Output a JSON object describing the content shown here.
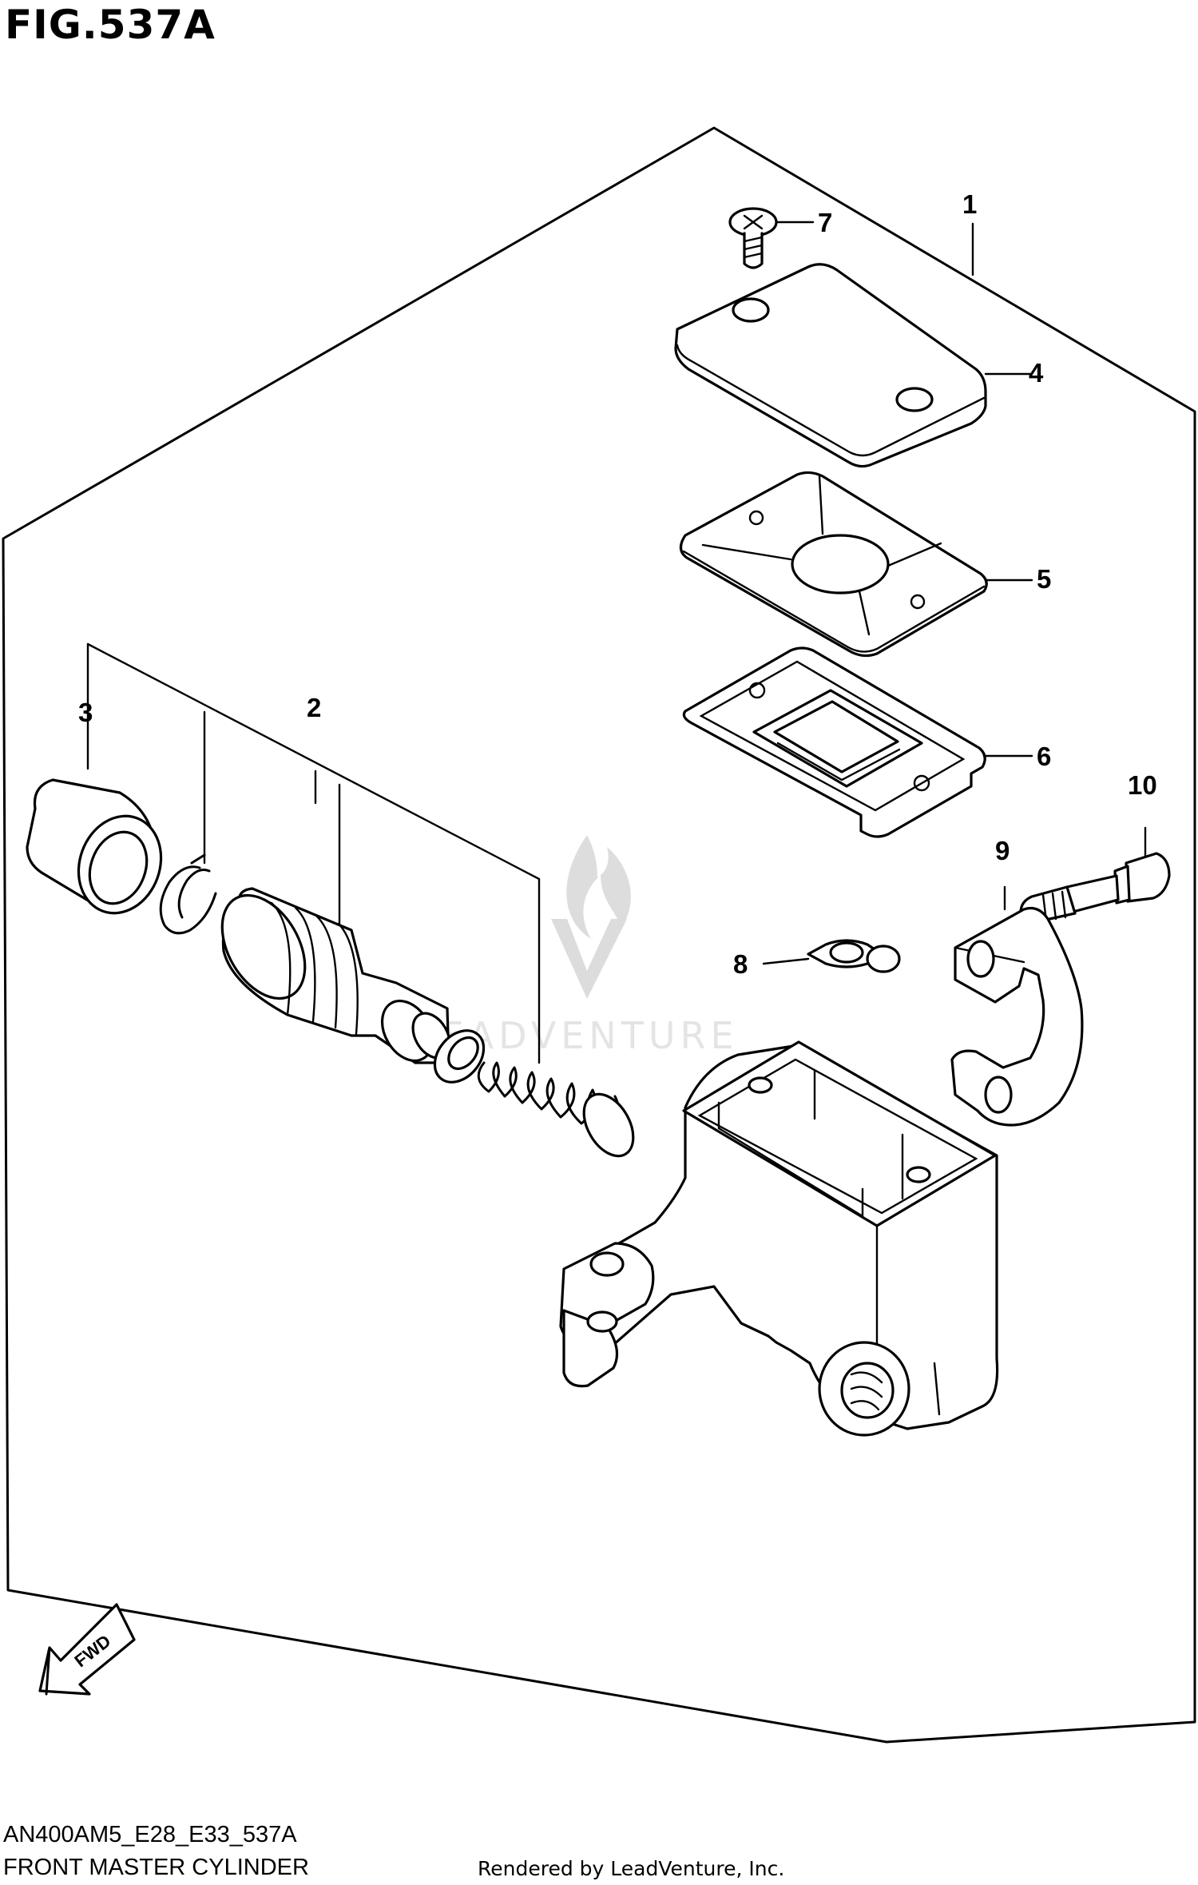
{
  "figure": {
    "title": "FIG.537A",
    "diagram_code": "AN400AM5_E28_E33_537A",
    "name": "FRONT MASTER CYLINDER",
    "credit": "Rendered by LeadVenture, Inc."
  },
  "fwd_label": "FWD",
  "watermark": "LEADVENTURE",
  "callouts": [
    "1",
    "2",
    "3",
    "4",
    "5",
    "6",
    "7",
    "8",
    "9",
    "10"
  ]
}
